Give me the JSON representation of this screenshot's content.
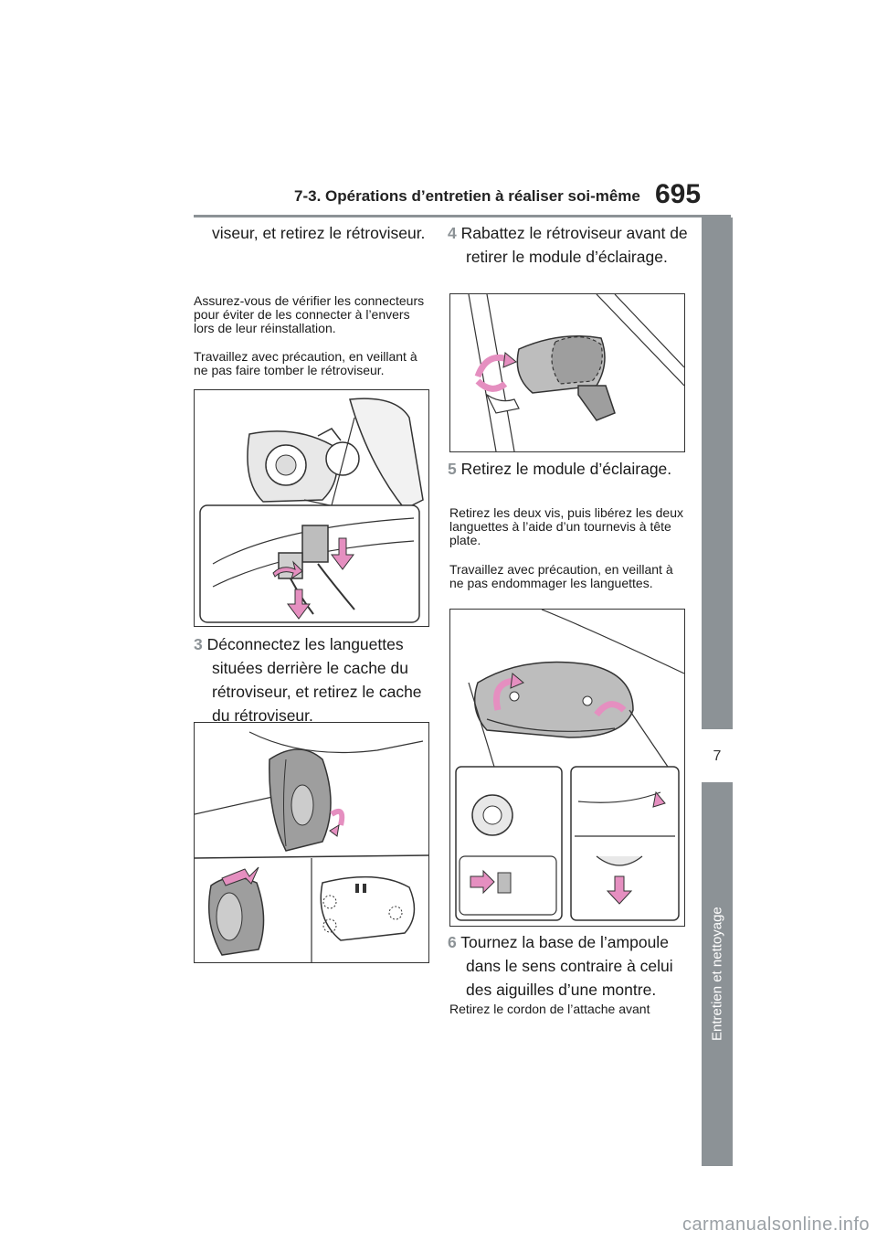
{
  "header": {
    "section_title": "7-3. Opérations d’entretien à réaliser soi-même",
    "page_number": "695"
  },
  "sidebar": {
    "chapter_number": "7",
    "chapter_label": "Entretien et nettoyage"
  },
  "left_column": {
    "continued_text": "viseur, et retirez le rétroviseur.",
    "note_1": "Assurez-vous de vérifier les connecteurs pour éviter de les connecter à l’envers lors de leur réinstallation.",
    "note_2": "Travaillez avec précaution, en veillant à ne pas faire tomber le rétroviseur.",
    "step_3": {
      "number": "3",
      "text": "Déconnectez les languettes situées derrière le cache du rétroviseur, et retirez le cache du rétroviseur."
    }
  },
  "right_column": {
    "step_4": {
      "number": "4",
      "text": "Rabattez le rétroviseur avant de retirer le module d’éclairage."
    },
    "step_5": {
      "number": "5",
      "text": "Retirez le module d’éclairage."
    },
    "note_3": "Retirez les deux vis, puis libérez les deux languettes à l’aide d’un tournevis à tête plate.",
    "note_4": "Travaillez avec précaution, en veillant à ne pas endommager les languettes.",
    "step_6": {
      "number": "6",
      "text": "Tournez la base de l’ampoule dans le sens contraire à celui des aiguilles d’une montre."
    },
    "note_5": "Retirez le cordon de l’attache avant"
  },
  "colors": {
    "accent_gray": "#8c9296",
    "arrow_pink": "#e58fc0"
  },
  "watermark": "carmanualsonline.info"
}
